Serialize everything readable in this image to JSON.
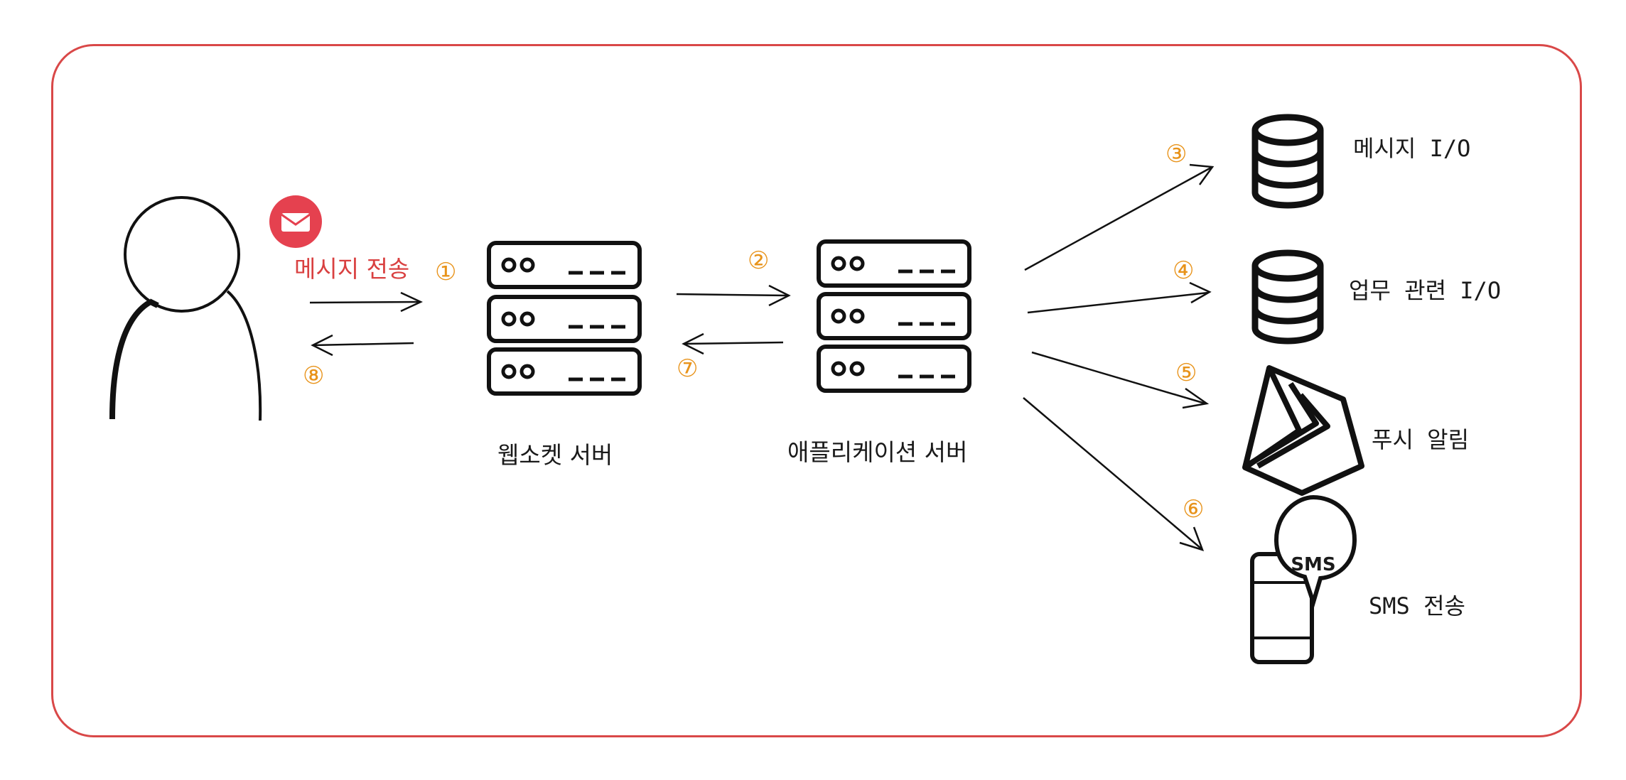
{
  "colors": {
    "frame": "#d94848",
    "stroke": "#111111",
    "step_number": "#e8931a",
    "accent_red": "#e5414f"
  },
  "user": {
    "icon": "person-icon",
    "message_icon": "envelope-icon",
    "message_label": "메시지 전송"
  },
  "steps": [
    "①",
    "②",
    "③",
    "④",
    "⑤",
    "⑥",
    "⑦",
    "⑧"
  ],
  "websocket_server": {
    "icon": "server-icon",
    "label": "웹소켓 서버"
  },
  "app_server": {
    "icon": "server-icon",
    "label": "애플리케이션 서버"
  },
  "targets": [
    {
      "icon": "database-icon",
      "label": "메시지 I/O"
    },
    {
      "icon": "database-icon",
      "label": "업무 관련 I/O"
    },
    {
      "icon": "firebase-icon",
      "label": "푸시 알림"
    },
    {
      "icon": "phone-sms-icon",
      "label": "SMS 전송",
      "bubble_text": "SMS"
    }
  ]
}
